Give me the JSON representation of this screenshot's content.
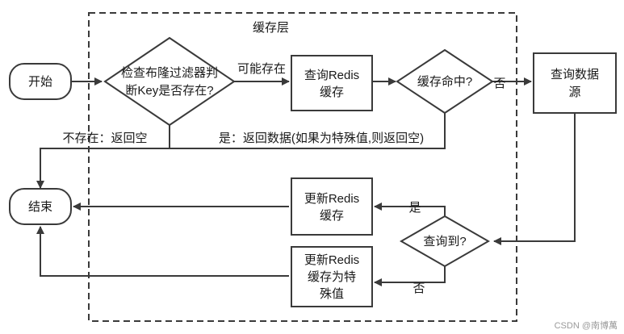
{
  "diagram": {
    "group_title": "缓存层",
    "nodes": {
      "start": "开始",
      "bloom_check": [
        "检查布隆过滤器判",
        "断Key是否存在?"
      ],
      "query_redis": [
        "查询Redis",
        "缓存"
      ],
      "cache_hit": "缓存命中?",
      "query_datasource": [
        "查询数据",
        "源"
      ],
      "found": "查询到?",
      "update_redis": [
        "更新Redis",
        "缓存"
      ],
      "update_redis_special": [
        "更新Redis",
        "缓存为特",
        "殊值"
      ],
      "end": "结束"
    },
    "edge_labels": {
      "may_exist": "可能存在",
      "not_exist": "不存在：返回空",
      "hit_yes": "是：返回数据(如果为特殊值,则返回空)",
      "hit_no": "否",
      "found_yes": "是",
      "found_no": "否"
    }
  },
  "watermark": "CSDN @南博萬"
}
